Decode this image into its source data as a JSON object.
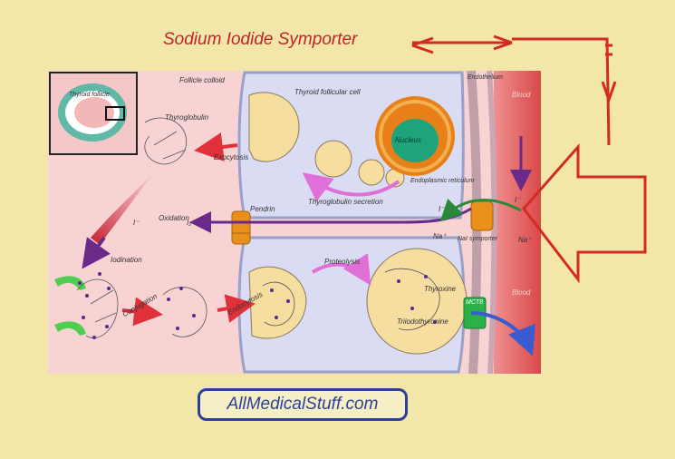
{
  "title": "Sodium Iodide Symporter",
  "credit": "AllMedicalStuff.com",
  "labels": {
    "follicle_colloid": "Follicle colloid",
    "thyroid_follicular_cell": "Thyroid follicular cell",
    "endothelium": "Endothelium",
    "blood_top": "Blood",
    "blood_bottom": "Blood",
    "thyroid_follicle": "Thyroid follicle",
    "thyroglobulin": "Thyroglobulin",
    "exocytosis": "Exocytosis",
    "nucleus": "Nucleus",
    "endoplasmic_reticulum": "Endoplasmic reticulum",
    "thyroglobulin_secretion": "Thyroglobulin secretion",
    "pendrin": "Pendrin",
    "oxidation": "Oxidation",
    "iodide_1": "I⁻",
    "iodide_2": "I₂",
    "iodide_3": "I⁻",
    "iodide_blood": "I⁻",
    "na_left": "Na⁺",
    "na_right": "Na⁺",
    "nai_symporter": "NaI symporter",
    "iodination": "Iodination",
    "conjugation": "Conjugation",
    "endocytosis": "Endocytosis",
    "proteolysis": "Proteolysis",
    "thyroxine": "Thyroxine",
    "triiodothyronine": "Triiodothyronine",
    "mct8": "MCT8"
  },
  "colors": {
    "background": "#f2e6a8",
    "title": "#c0242a",
    "arrow": "#d42a24",
    "credit": "#2e3f9a",
    "colloid": "#f7d3d3",
    "cell": "#d9dcf2",
    "vesicle": "#f6dda0",
    "blood": "#e85a5a",
    "nucleus": "#1fa37d"
  }
}
